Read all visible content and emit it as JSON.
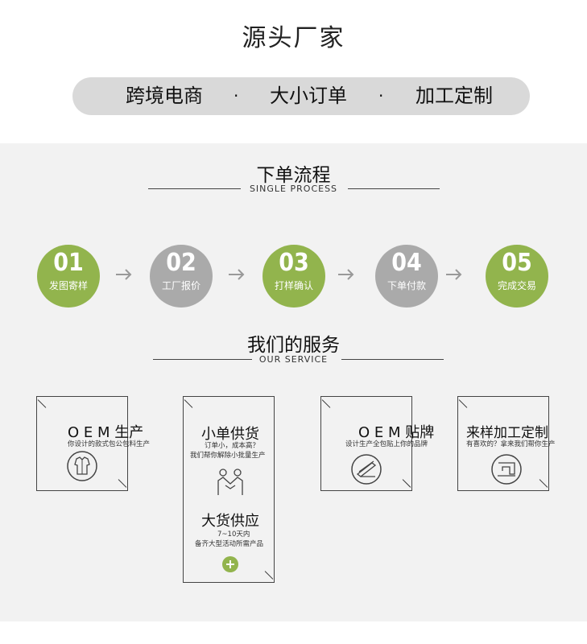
{
  "header": {
    "title": "源头厂家",
    "pill_items": [
      "跨境电商",
      "·",
      "大小订单",
      "·",
      "加工定制"
    ]
  },
  "process": {
    "title": "下单流程",
    "subtitle": "SINGLE   PROCESS",
    "steps": [
      {
        "num": "01",
        "label": "发图寄样",
        "color": "#92b44d"
      },
      {
        "num": "02",
        "label": "工厂报价",
        "color": "#aaaaaa"
      },
      {
        "num": "03",
        "label": "打样确认",
        "color": "#92b44d"
      },
      {
        "num": "04",
        "label": "下单付款",
        "color": "#aaaaaa"
      },
      {
        "num": "05",
        "label": "完成交易",
        "color": "#92b44d"
      }
    ]
  },
  "service": {
    "title": "我们的服务",
    "subtitle": "OUR    SERVICE",
    "cards": [
      {
        "title": "O E M 生产",
        "sub": "你设计的款式包公包料生产",
        "icon": "clothing-icon"
      },
      {
        "title": "小单供货",
        "sub1": "订单小，成本高？",
        "sub2": "我们帮你解除小批量生产",
        "icon": "handshake-icon",
        "title2": "大货供应",
        "sub3": "7~10天内",
        "sub4": "备齐大型活动所需产品",
        "plus_icon": "plus-icon"
      },
      {
        "title": "O E M 贴牌",
        "sub": "设计生产全包贴上你的品牌",
        "icon": "fabric-roll-icon"
      },
      {
        "title": "来样加工定制",
        "sub": "有喜欢的？拿来我们帮你生产",
        "icon": "sewing-machine-icon"
      }
    ]
  },
  "colors": {
    "accent_green": "#92b44d",
    "step_grey": "#aaaaaa",
    "pill_grey": "#d9d9d9",
    "panel_grey": "#f2f2f2"
  }
}
